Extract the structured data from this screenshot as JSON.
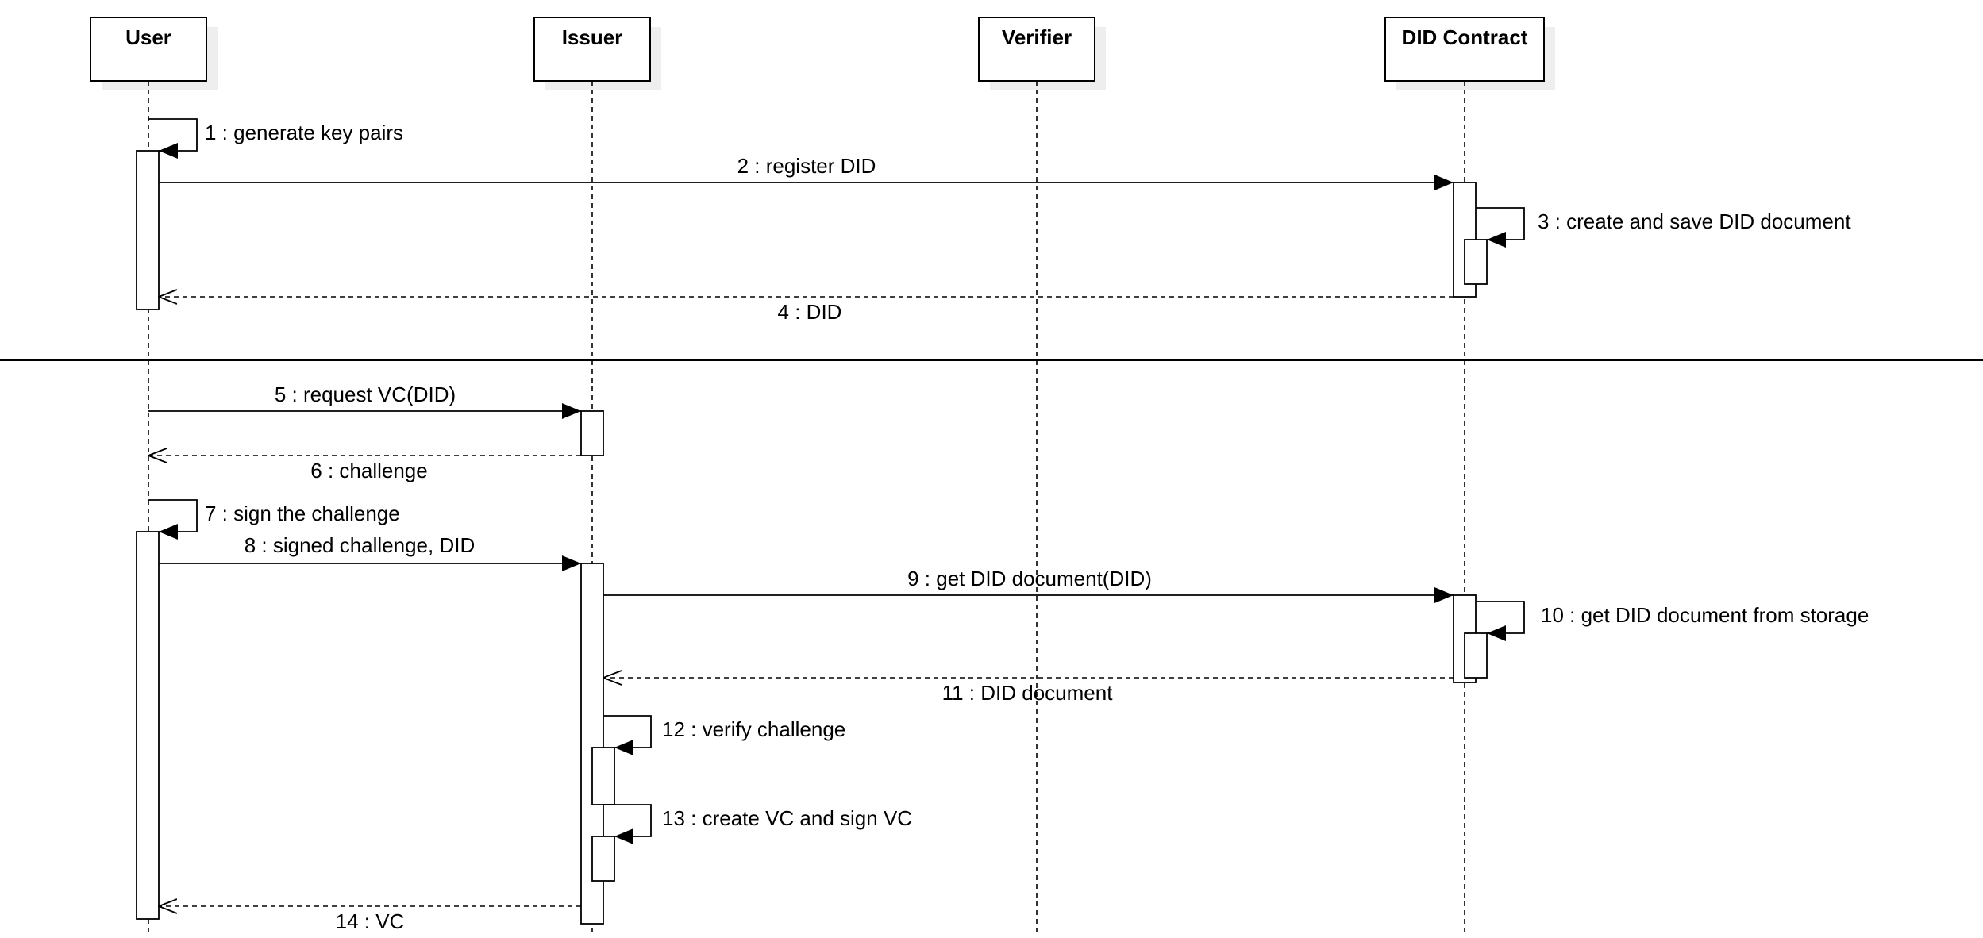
{
  "diagram": {
    "type": "sequence",
    "participants": [
      {
        "id": "user",
        "name": "User"
      },
      {
        "id": "issuer",
        "name": "Issuer"
      },
      {
        "id": "verifier",
        "name": "Verifier"
      },
      {
        "id": "did",
        "name": "DID Contract"
      }
    ],
    "messages": [
      {
        "label": "1 : generate key pairs",
        "from": "user",
        "to": "user",
        "kind": "self"
      },
      {
        "label": "2 : register DID",
        "from": "user",
        "to": "did",
        "kind": "sync"
      },
      {
        "label": "3 : create and save DID document",
        "from": "did",
        "to": "did",
        "kind": "self"
      },
      {
        "label": "4 : DID",
        "from": "did",
        "to": "user",
        "kind": "return"
      },
      {
        "label": "5 : request VC(DID)",
        "from": "user",
        "to": "issuer",
        "kind": "sync"
      },
      {
        "label": "6 : challenge",
        "from": "issuer",
        "to": "user",
        "kind": "return"
      },
      {
        "label": "7 : sign the challenge",
        "from": "user",
        "to": "user",
        "kind": "self"
      },
      {
        "label": "8 : signed challenge, DID",
        "from": "user",
        "to": "issuer",
        "kind": "sync"
      },
      {
        "label": "9 : get DID document(DID)",
        "from": "issuer",
        "to": "did",
        "kind": "sync"
      },
      {
        "label": "10 : get DID document from storage",
        "from": "did",
        "to": "did",
        "kind": "self"
      },
      {
        "label": "11 : DID document",
        "from": "did",
        "to": "issuer",
        "kind": "return"
      },
      {
        "label": "12 : verify challenge",
        "from": "issuer",
        "to": "issuer",
        "kind": "self"
      },
      {
        "label": "13 : create VC and sign VC",
        "from": "issuer",
        "to": "issuer",
        "kind": "self"
      },
      {
        "label": "14 : VC",
        "from": "issuer",
        "to": "user",
        "kind": "return"
      }
    ]
  },
  "colors": {
    "line": "#000000",
    "box_fill": "#ffffff",
    "shadow": "#eeeeee"
  }
}
